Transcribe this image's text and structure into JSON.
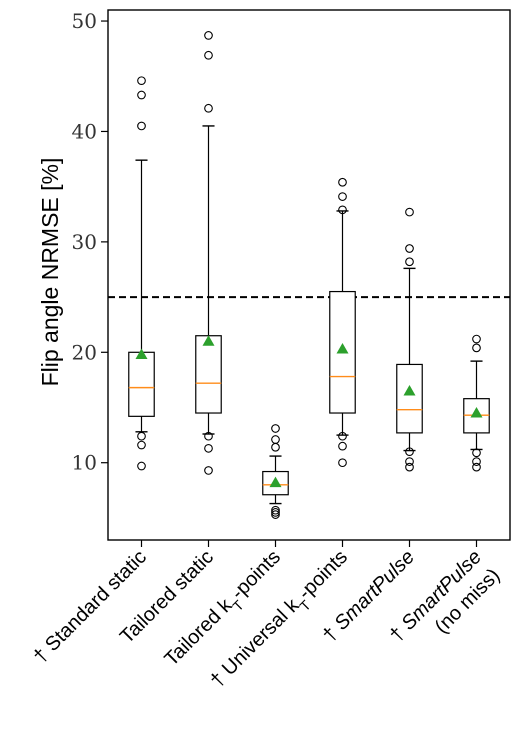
{
  "chart_data": {
    "type": "box",
    "ylabel": "Flip angle NRMSE [%]",
    "ylim": [
      3,
      51
    ],
    "yticks": [
      10,
      20,
      30,
      40,
      50
    ],
    "reference_line": {
      "y": 25,
      "style": "dashed"
    },
    "categories": [
      {
        "prefix": "† ",
        "parts": [
          {
            "t": "Standard static"
          }
        ]
      },
      {
        "prefix": "",
        "parts": [
          {
            "t": "Tailored static"
          }
        ]
      },
      {
        "prefix": "",
        "parts": [
          {
            "t": "Tailored k"
          },
          {
            "t": "T",
            "sub": true
          },
          {
            "t": "-points"
          }
        ]
      },
      {
        "prefix": "† ",
        "parts": [
          {
            "t": "Universal k"
          },
          {
            "t": "T",
            "sub": true
          },
          {
            "t": "-points"
          }
        ]
      },
      {
        "prefix": "† ",
        "parts": [
          {
            "t": "SmartPulse",
            "italic": true
          }
        ]
      },
      {
        "prefix": "† ",
        "parts": [
          {
            "t": "SmartPulse",
            "italic": true
          }
        ],
        "line2": "(no miss)"
      }
    ],
    "boxes": [
      {
        "q1": 14.2,
        "median": 16.8,
        "q3": 20.0,
        "whisker_low": 12.8,
        "whisker_high": 37.4,
        "mean": 19.8,
        "outliers": [
          9.7,
          11.6,
          12.4,
          40.5,
          43.3,
          44.6
        ]
      },
      {
        "q1": 14.5,
        "median": 17.2,
        "q3": 21.5,
        "whisker_low": 12.6,
        "whisker_high": 40.5,
        "mean": 21.0,
        "outliers": [
          9.3,
          11.3,
          12.4,
          42.1,
          46.9,
          48.7
        ]
      },
      {
        "q1": 7.1,
        "median": 8.0,
        "q3": 9.2,
        "whisker_low": 6.3,
        "whisker_high": 10.6,
        "mean": 8.2,
        "outliers": [
          5.3,
          5.5,
          5.7,
          11.4,
          12.1,
          13.1
        ]
      },
      {
        "q1": 14.5,
        "median": 17.8,
        "q3": 25.5,
        "whisker_low": 12.5,
        "whisker_high": 32.8,
        "mean": 20.3,
        "outliers": [
          10.0,
          11.5,
          12.4,
          32.9,
          34.1,
          35.4
        ]
      },
      {
        "q1": 12.7,
        "median": 14.8,
        "q3": 18.9,
        "whisker_low": 11.1,
        "whisker_high": 27.6,
        "mean": 16.5,
        "outliers": [
          9.6,
          10.1,
          11.0,
          28.2,
          29.4,
          32.7
        ]
      },
      {
        "q1": 12.7,
        "median": 14.3,
        "q3": 15.8,
        "whisker_low": 11.2,
        "whisker_high": 19.2,
        "mean": 14.5,
        "outliers": [
          9.6,
          10.1,
          10.9,
          20.4,
          21.2
        ]
      }
    ],
    "colors": {
      "box": "#000000",
      "median": "#ff8c1a",
      "mean": "#2ca02c",
      "outlier": "#000000",
      "reference": "#000000"
    },
    "grid": false,
    "legend": "none"
  }
}
